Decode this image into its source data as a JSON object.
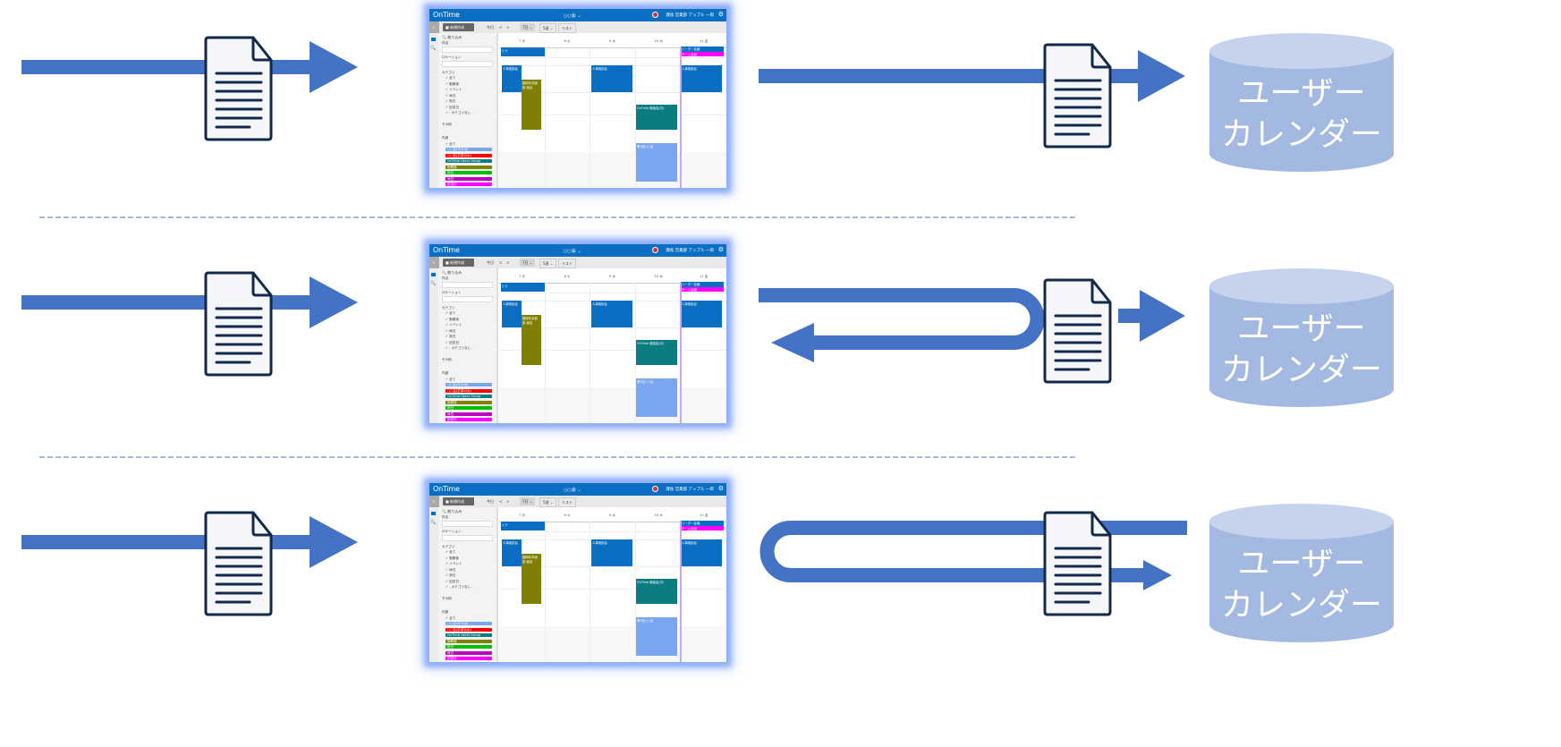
{
  "colors": {
    "arrow": "#4472c4",
    "doc_stroke": "#13294b",
    "doc_fill": "#f4f6f9",
    "cylinder_top": "#c5d3ec",
    "cylinder_body": "#a3b9e2",
    "app_blue": "#0a6fc2"
  },
  "cylinder": {
    "line1": "ユーザー",
    "line2": "カレンダー"
  },
  "app": {
    "logo": "OnTime",
    "calendar_name": "○○会 ⌄",
    "user": "課長 営業部 アップル 一郎",
    "toolbar": {
      "expand": ">",
      "new": "■ 新規作成",
      "today": "今日",
      "prev": "<",
      "next": ">",
      "days": "7日 ⌄",
      "weeks": "5週 ⌄",
      "list": "リスト"
    },
    "sidebar": {
      "filter": "🔍 絞り込み",
      "subject": "件名",
      "location": "ロケーション",
      "category": "カテゴリ",
      "categories": [
        "✓ 全て",
        "✓ 勤務後",
        "✓ イベント",
        "✓ 休日",
        "✓ 祝日",
        "✓ 記念日",
        "✓ - カテゴリなし -"
      ],
      "other": "その他",
      "calendars_label": "内部",
      "all": "✓ 全て",
      "calendars": [
        {
          "name": "○○会(代々木)",
          "color": "#79a6ee"
        },
        {
          "name": "○○会(お茶の水)",
          "color": "#ff0000"
        },
        {
          "name": "OnTime Users Group",
          "color": "#0b7c80"
        },
        {
          "name": "勤務後",
          "color": "#808000"
        },
        {
          "name": "祝日",
          "color": "#00c000"
        },
        {
          "name": "休日",
          "color": "#c000c0"
        },
        {
          "name": "記念日",
          "color": "#ff00ff"
        }
      ]
    },
    "days": [
      "7 月",
      "8 火",
      "9 水",
      "10 木",
      "11 金"
    ],
    "events": {
      "e1": "ヒケ",
      "e2": "人事相談会",
      "e3": "臨時年末面談 面会",
      "e4": "人事相談会",
      "e5": "OnTime 勉強会(中)",
      "e6": "第7回○○会",
      "e7": "リーダー会議",
      "e8": "チーム会議",
      "e9": "人事相談会"
    }
  }
}
